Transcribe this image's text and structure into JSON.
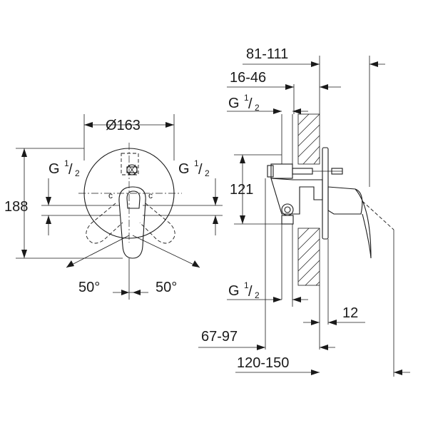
{
  "front_view": {
    "diameter_label": "Ø163",
    "height_label": "188",
    "thread_left": {
      "base": "G ",
      "num": "1",
      "den": "2"
    },
    "thread_right": {
      "base": "G ",
      "num": "1",
      "den": "2"
    },
    "angle_left": "50°",
    "angle_right": "50°"
  },
  "side_view": {
    "dim_top_outer": "81-111",
    "dim_top_inner": "16-46",
    "thread_top": {
      "base": "G ",
      "num": "1",
      "den": "2"
    },
    "dim_121": "121",
    "thread_bottom": {
      "base": "G ",
      "num": "1",
      "den": "2"
    },
    "dim_12": "12",
    "dim_67_97": "67-97",
    "dim_120_150": "120-150"
  }
}
